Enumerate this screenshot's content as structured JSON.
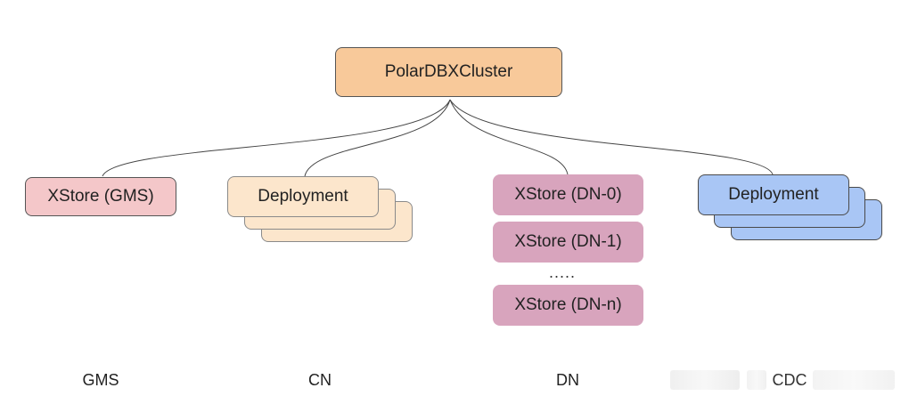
{
  "diagram": {
    "root": {
      "label": "PolarDBXCluster"
    },
    "gms": {
      "node_label": "XStore (GMS)",
      "caption": "GMS"
    },
    "cn": {
      "node_label": "Deployment",
      "caption": "CN"
    },
    "dn": {
      "nodes": [
        "XStore (DN-0)",
        "XStore (DN-1)",
        "XStore (DN-n)"
      ],
      "ellipsis": ".....",
      "caption": "DN"
    },
    "cdc": {
      "node_label": "Deployment",
      "caption": "CDC"
    }
  },
  "colors": {
    "root": "#f8c99a",
    "gms": "#f4c7c9",
    "cn": "#fce6cc",
    "dn": "#d8a4bd",
    "cdc": "#a9c6f5",
    "edge": "#444444"
  }
}
